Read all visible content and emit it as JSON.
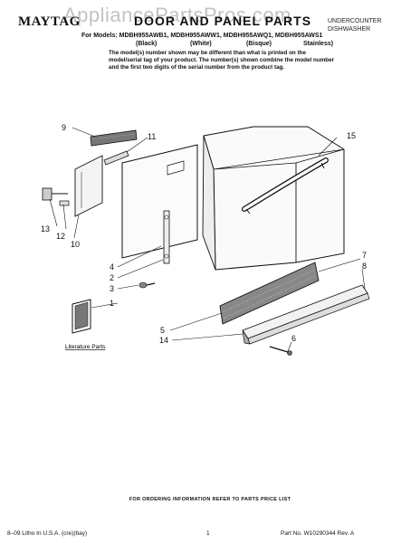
{
  "header": {
    "brand": "MAYTAG",
    "title": "DOOR AND PANEL PARTS",
    "product_type_line1": "UNDERCOUNTER",
    "product_type_line2": "DISHWASHER",
    "watermark": "AppliancePartsPros.com",
    "models_label": "For Models: MDBH955AWB1, MDBH955AWW1, MDBH955AWQ1, MDBH955AWS1",
    "colors": [
      "(Black)",
      "(White)",
      "(Bisque)",
      "Stainless)"
    ],
    "note": "The model(s) number shown may be different than what is printed on the model/serial tag of your product. The number(s) shown combine the model number and the first two digits of the serial number from the product tag."
  },
  "diagram": {
    "callouts": [
      "1",
      "2",
      "3",
      "4",
      "5",
      "6",
      "7",
      "8",
      "9",
      "10",
      "11",
      "12",
      "13",
      "14",
      "15"
    ],
    "literature_label": "Literature Parts"
  },
  "footer": {
    "ordering_note": "FOR ORDERING INFORMATION REFER TO PARTS PRICE LIST",
    "litho": "8–09 Litho In U.S.A. (cre)(bay)",
    "page": "1",
    "part_no": "Part No. W10290344 Rev. A"
  }
}
